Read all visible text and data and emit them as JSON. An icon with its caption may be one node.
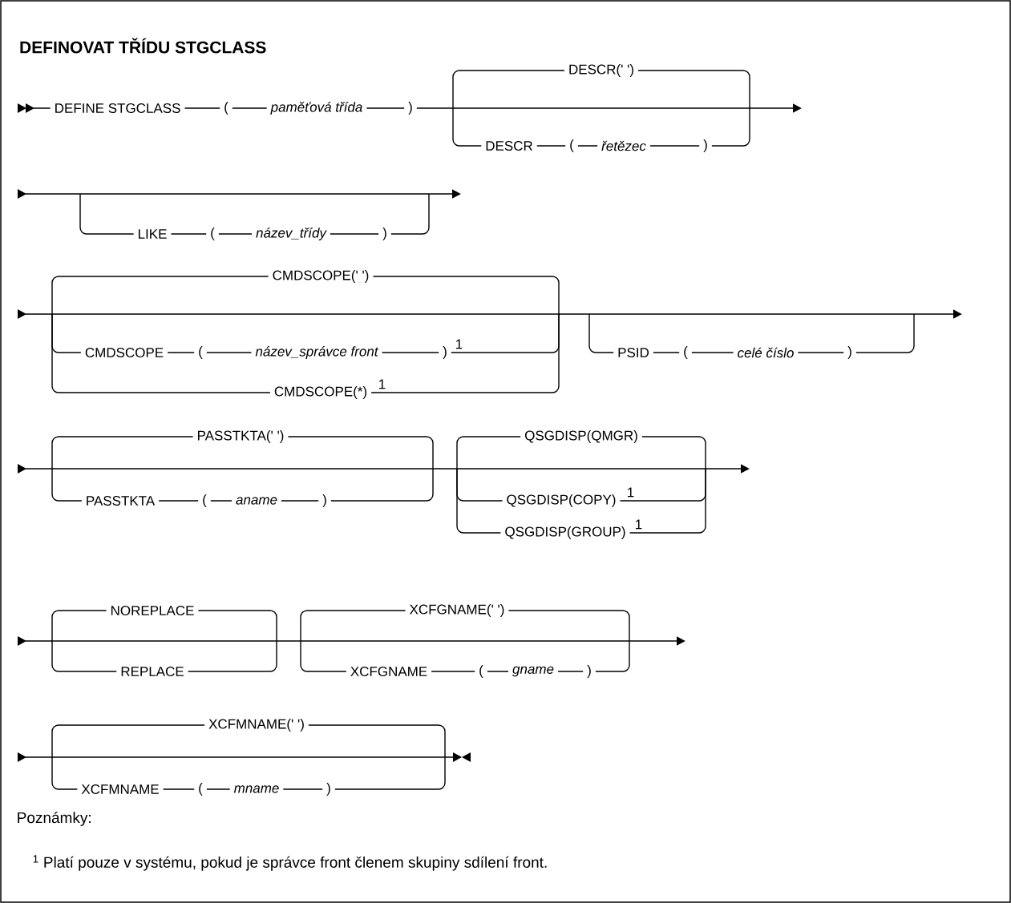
{
  "diagram": {
    "title": "DEFINOVAT TŘÍDU STGCLASS",
    "labels": [
      "DEFINE STGCLASS",
      "(",
      "paměťová třída",
      ")",
      "DESCR(' ')",
      "DESCR",
      "(",
      "řetězec",
      ")",
      "LIKE",
      "(",
      "název_třídy",
      ")",
      "CMDSCOPE(' ')",
      "CMDSCOPE",
      "(",
      "název_správce front",
      ")",
      "1",
      "PSID",
      "(",
      "celé číslo",
      ")",
      "CMDSCOPE(*)",
      "1",
      "PASSTKTA(' ')",
      "QSGDISP(QMGR)",
      "PASSTKTA",
      "(",
      "aname",
      ")",
      "QSGDISP(COPY)",
      "1",
      "QSGDISP(GROUP)",
      "1",
      "NOREPLACE",
      "XCFGNAME(' ')",
      "REPLACE",
      "XCFGNAME",
      "(",
      "gname",
      ")",
      "XCFMNAME(' ')",
      "XCFMNAME",
      "(",
      "mname",
      ")",
      "Poznámky:",
      "$^{1}$ Platí pouze v systému, pokud je správce front členem skupiny sdílení front."
    ]
  }
}
